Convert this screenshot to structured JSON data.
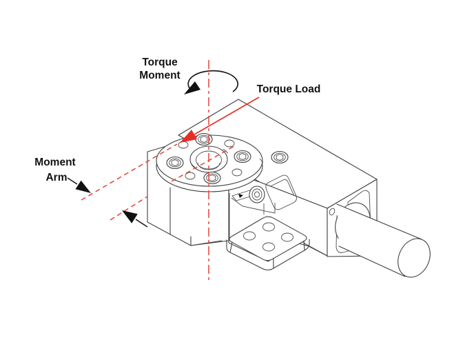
{
  "diagram": {
    "title_context": "Rotary actuator torque loading diagram",
    "labels": {
      "torque_moment_line1": "Torque",
      "torque_moment_line2": "Moment",
      "torque_load": "Torque Load",
      "moment_arm_line1": "Moment",
      "moment_arm_line2": "Arm"
    },
    "colors": {
      "annotation_red_dashed": "#e2423a",
      "annotation_red_solid": "#e62e27",
      "drawing_line": "#3f3f3f",
      "text_black": "#111111",
      "background": "#ffffff"
    }
  }
}
